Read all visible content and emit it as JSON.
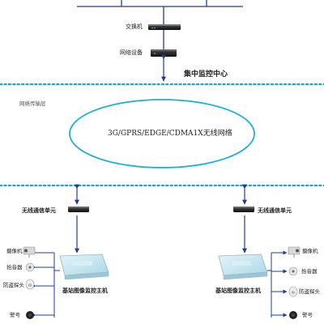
{
  "center": {
    "switch_label": "交换机",
    "network_device_label": "网络设备",
    "center_label": "集中监控中心"
  },
  "network": {
    "layer_label": "网络传输层",
    "cloud_label": "3G/GPRS/EDGE/CDMA1X无线网络"
  },
  "stations": [
    {
      "comm_unit_label": "无线通信单元",
      "host_label": "基站图像监控主机",
      "peripherals": [
        "摄像机",
        "拾音器",
        "防盗探头",
        "警号"
      ]
    },
    {
      "comm_unit_label": "无线通信单元",
      "host_label": "基站图像监控主机",
      "peripherals": [
        "摄像机",
        "拾音器",
        "防盗探头",
        "警号"
      ]
    }
  ],
  "colors": {
    "dotted_divider": "#1aa3dc",
    "cloud_outline": "#1eb0d8",
    "line": "#1f3f8f",
    "arrow": "#1f3f8f",
    "device_dark": "#1c1c1c",
    "host_fill": "#c9e8f2"
  }
}
